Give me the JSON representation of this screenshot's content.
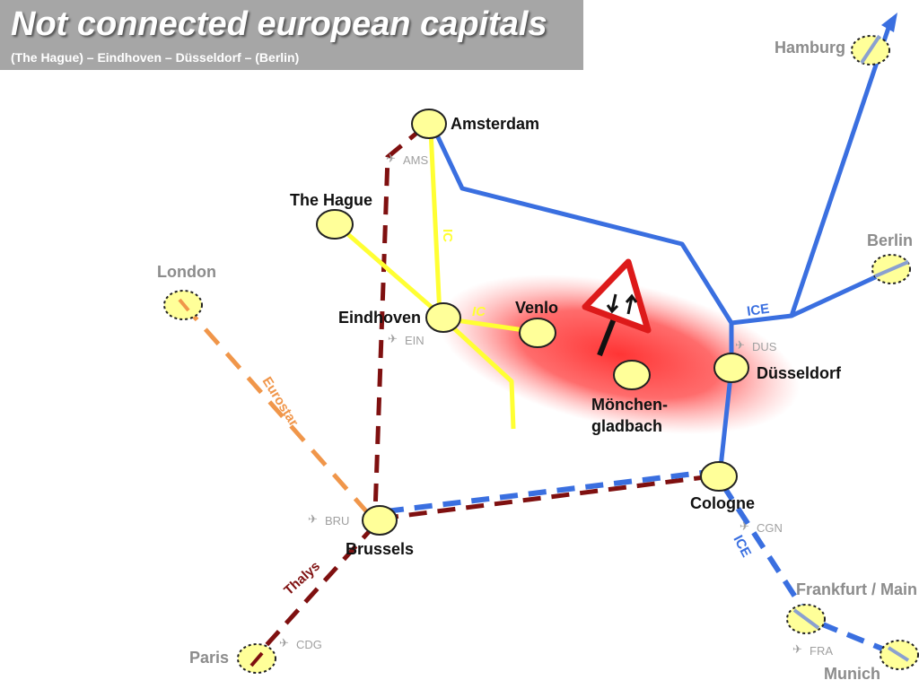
{
  "header": {
    "title": "Not connected european capitals",
    "subtitle": "(The Hague) – Eindhoven – Düsseldorf – (Berlin)"
  },
  "colors": {
    "ice": "#3a6fe0",
    "ic": "#ffff33",
    "thalys": "#7f1010",
    "eurostar": "#f0964a",
    "gap": "#ff3b3b",
    "node_fill": "#ffff99",
    "label_gray": "#8c8c8c"
  },
  "cities": {
    "amsterdam": "Amsterdam",
    "the_hague": "The Hague",
    "eindhoven": "Eindhoven",
    "venlo": "Venlo",
    "moenchengladbach_1": "Mönchen-",
    "moenchengladbach_2": "gladbach",
    "duesseldorf": "Düsseldorf",
    "cologne": "Cologne",
    "brussels": "Brussels",
    "london": "London",
    "paris": "Paris",
    "hamburg": "Hamburg",
    "berlin": "Berlin",
    "frankfurt": "Frankfurt / Main",
    "munich": "Munich"
  },
  "airports": {
    "ams": "AMS",
    "ein": "EIN",
    "dus": "DUS",
    "cgn": "CGN",
    "bru": "BRU",
    "cdg": "CDG",
    "fra": "FRA"
  },
  "lines": {
    "ic_vertical": "IC",
    "ic_venlo": "IC",
    "ice_north": "ICE",
    "ice_south": "ICE",
    "eurostar": "Eurostar",
    "thalys": "Thalys"
  },
  "icons": {
    "airport": "airplane-icon",
    "warning": "warning-sign-icon",
    "direction": "north-arrow-icon"
  }
}
